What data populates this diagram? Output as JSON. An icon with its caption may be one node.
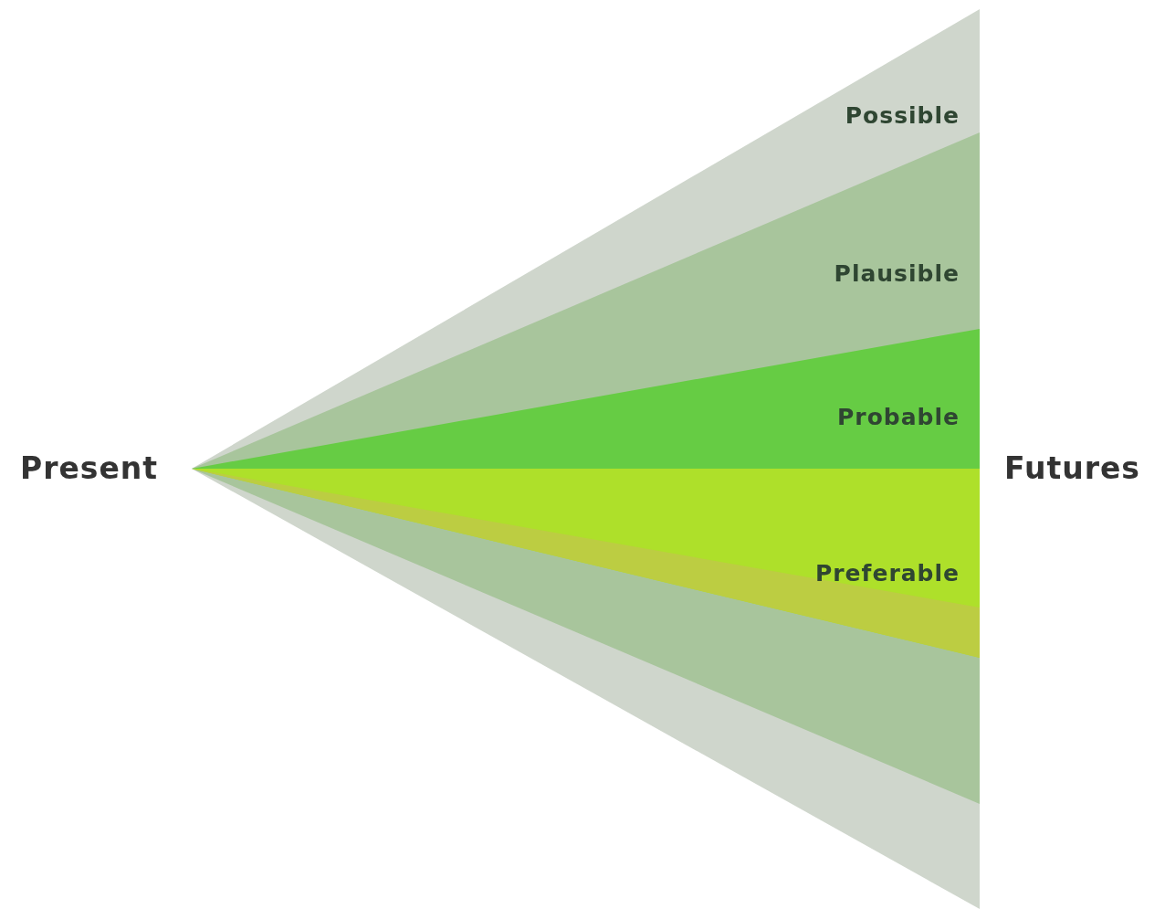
{
  "diagram": {
    "nodes": [
      {
        "text": [
          "Possible"
        ]
      },
      {
        "text": [
          "Plausible"
        ],
        "in": 0
      },
      {
        "text": [
          "Probable"
        ],
        "in": 1
      },
      {
        "text": [
          "Preferable"
        ],
        "in": 1
      }
    ],
    "labels": [
      "Present",
      "Futures"
    ]
  }
}
